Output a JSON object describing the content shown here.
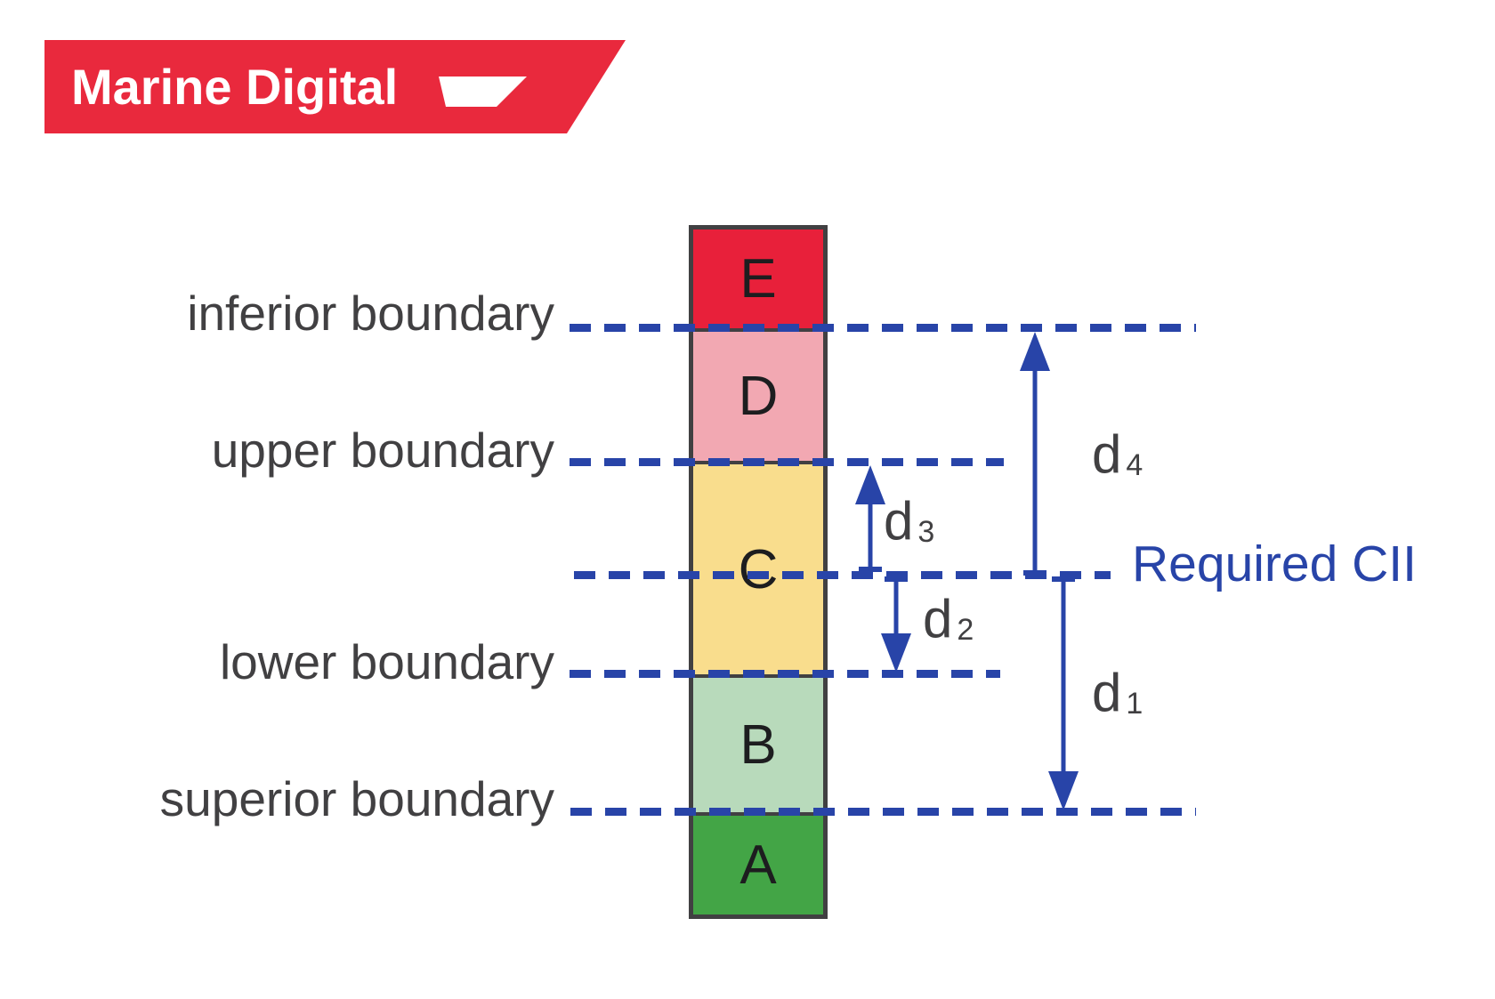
{
  "logo": {
    "text": "Marine Digital",
    "icon": "vessel-hull-icon",
    "banner_color": "#e9293d"
  },
  "diagram": {
    "bands": [
      {
        "label": "E",
        "color": "#e8203a"
      },
      {
        "label": "D",
        "color": "#f2a8b2"
      },
      {
        "label": "C",
        "color": "#f9dd8d"
      },
      {
        "label": "B",
        "color": "#b8dabb"
      },
      {
        "label": "A",
        "color": "#43a546"
      }
    ],
    "boundaries": [
      {
        "label": "inferior boundary",
        "between": "E/D"
      },
      {
        "label": "upper boundary",
        "between": "D/C"
      },
      {
        "label": "lower boundary",
        "between": "C/B"
      },
      {
        "label": "superior boundary",
        "between": "B/A"
      }
    ],
    "required_line": {
      "label": "Required CII"
    },
    "distances": [
      {
        "base": "d",
        "sub": "4",
        "direction": "up",
        "to": "inferior boundary"
      },
      {
        "base": "d",
        "sub": "3",
        "direction": "up",
        "to": "upper boundary"
      },
      {
        "base": "d",
        "sub": "2",
        "direction": "down",
        "to": "lower boundary"
      },
      {
        "base": "d",
        "sub": "1",
        "direction": "down",
        "to": "superior boundary"
      }
    ]
  },
  "colors": {
    "accent_blue": "#2844a8",
    "text_gray": "#414042"
  }
}
